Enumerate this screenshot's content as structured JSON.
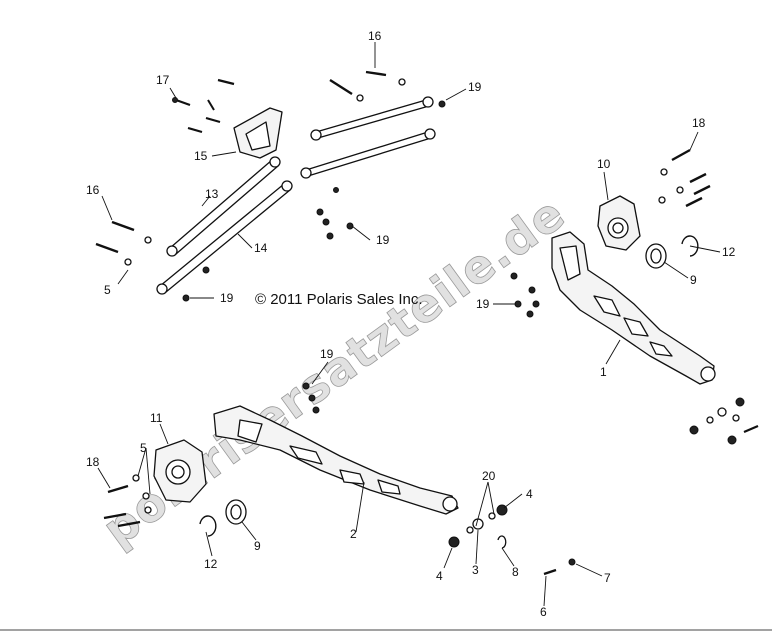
{
  "copyright": "© 2011 Polaris Sales Inc.",
  "watermark": "polarisersatzteile.de",
  "callouts": {
    "c1": "1",
    "c2": "2",
    "c3": "3",
    "c4a": "4",
    "c4b": "4",
    "c5a": "5",
    "c5b": "5",
    "c6": "6",
    "c7": "7",
    "c8": "8",
    "c9a": "9",
    "c9b": "9",
    "c10": "10",
    "c11": "11",
    "c12a": "12",
    "c12b": "12",
    "c13": "13",
    "c14": "14",
    "c15": "15",
    "c16a": "16",
    "c16b": "16",
    "c17": "17",
    "c18a": "18",
    "c18b": "18",
    "c19a": "19",
    "c19b": "19",
    "c19c": "19",
    "c19d": "19",
    "c19e": "19",
    "c20": "20"
  }
}
